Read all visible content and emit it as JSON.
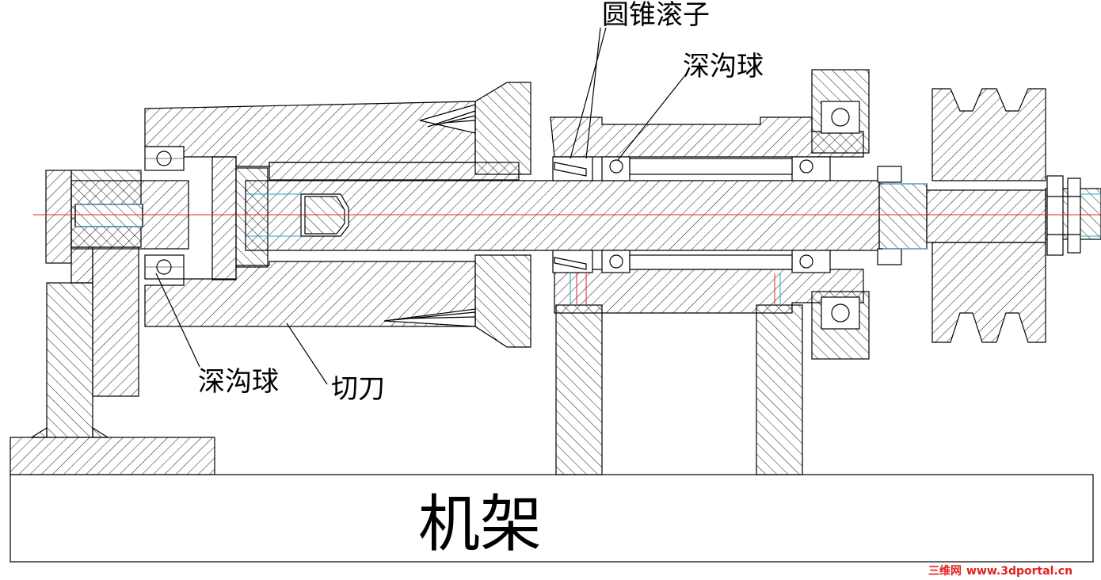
{
  "labels": {
    "tapered_roller": "圆锥滚子",
    "deep_groove_ball_top": "深沟球",
    "deep_groove_ball_bottom": "深沟球",
    "cutter": "切刀",
    "frame": "机架"
  },
  "watermark": {
    "prefix": "三维网",
    "url": "www.3dportal.cn"
  },
  "colors": {
    "line": "#000000",
    "hatch": "#000000",
    "centerline": "#e0262b",
    "accent": "#27a6c9",
    "watermark_red": "#e32020"
  }
}
